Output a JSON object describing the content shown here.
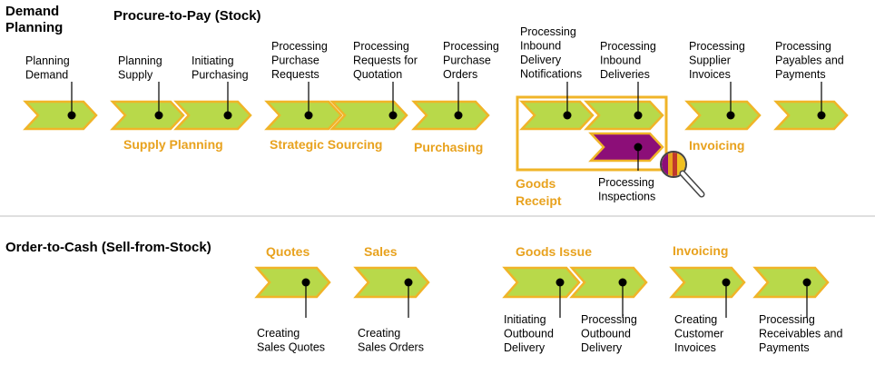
{
  "colors": {
    "chevron_fill": "#b8d94a",
    "chevron_stroke": "#f0b428",
    "purple_fill": "#8c0e78",
    "group_label": "#e8a21e",
    "line": "#000000",
    "divider": "#cccccc"
  },
  "sections": {
    "demand_planning": [
      "Demand",
      "Planning"
    ],
    "procure_to_pay": "Procure-to-Pay (Stock)",
    "order_to_cash": "Order-to-Cash (Sell-from-Stock)"
  },
  "groups": {
    "supply_planning": [
      "Supply Planning"
    ],
    "strategic_sourcing": [
      "Strategic Sourcing"
    ],
    "purchasing": [
      "Purchasing"
    ],
    "goods_receipt": [
      "Goods",
      "Receipt"
    ],
    "invoicing_p2p": [
      "Invoicing"
    ],
    "quotes": [
      "Quotes"
    ],
    "sales": [
      "Sales"
    ],
    "goods_issue": [
      "Goods Issue"
    ],
    "invoicing_o2c": [
      "Invoicing"
    ]
  },
  "steps": {
    "planning_demand": [
      "Planning",
      "Demand"
    ],
    "planning_supply": [
      "Planning",
      "Supply"
    ],
    "initiating_purchasing": [
      "Initiating",
      "Purchasing"
    ],
    "processing_purchase_requests": [
      "Processing",
      "Purchase",
      "Requests"
    ],
    "processing_requests_for_quotation": [
      "Processing",
      "Requests for",
      "Quotation"
    ],
    "processing_purchase_orders": [
      "Processing",
      "Purchase",
      "Orders"
    ],
    "processing_inbound_delivery_notifications": [
      "Processing",
      "Inbound",
      "Delivery",
      "Notifications"
    ],
    "processing_inbound_deliveries": [
      "Processing",
      "Inbound",
      "Deliveries"
    ],
    "processing_inspections": [
      "Processing",
      "Inspections"
    ],
    "processing_supplier_invoices": [
      "Processing",
      "Supplier",
      "Invoices"
    ],
    "processing_payables_and_payments": [
      "Processing",
      "Payables and",
      "Payments"
    ],
    "creating_sales_quotes": [
      "Creating",
      "Sales Quotes"
    ],
    "creating_sales_orders": [
      "Creating",
      "Sales Orders"
    ],
    "initiating_outbound_delivery": [
      "Initiating",
      "Outbound",
      "Delivery"
    ],
    "processing_outbound_delivery": [
      "Processing",
      "Outbound",
      "Delivery"
    ],
    "creating_customer_invoices": [
      "Creating",
      "Customer",
      "Invoices"
    ],
    "processing_receivables_and_payments": [
      "Processing",
      "Receivables and",
      "Payments"
    ]
  }
}
